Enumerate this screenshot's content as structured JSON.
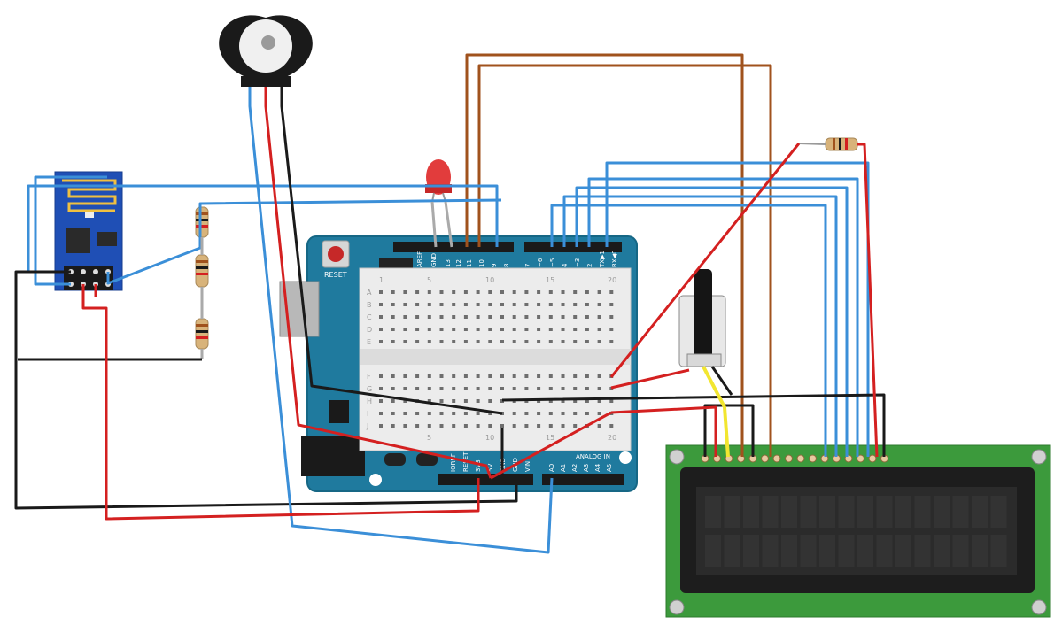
{
  "board": {
    "reset_label": "RESET",
    "digital_pins_top_left": [
      "AREF",
      "GND",
      "13",
      "12",
      "11",
      "10",
      "9",
      "8"
    ],
    "digital_pins_top_right": [
      "7",
      "~6",
      "~5",
      "4",
      "~3",
      "2",
      "TX▶1",
      "RX◀0"
    ],
    "power_pins": [
      "IOREF",
      "RESET",
      "3V3",
      "5V",
      "GND",
      "GND",
      "VIN"
    ],
    "analog_header": "ANALOG IN",
    "analog_pins": [
      "A0",
      "A1",
      "A2",
      "A3",
      "A4",
      "A5"
    ]
  },
  "breadboard": {
    "column_numbers": [
      "1",
      "5",
      "10",
      "15",
      "20"
    ],
    "row_letters_top": [
      "A",
      "B",
      "C",
      "D",
      "E"
    ],
    "row_letters_bottom": [
      "F",
      "G",
      "H",
      "I",
      "J"
    ]
  },
  "colors": {
    "arduino_blue": "#1f7a9e",
    "wire_blue": "#3b8fd8",
    "wire_red": "#d42020",
    "wire_black": "#1a1a1a",
    "wire_brown": "#a0521d",
    "wire_yellow": "#f2e630",
    "lcd_green": "#3c9a3c",
    "esp_blue": "#1f4fb5",
    "led_red": "#e23c3c"
  }
}
